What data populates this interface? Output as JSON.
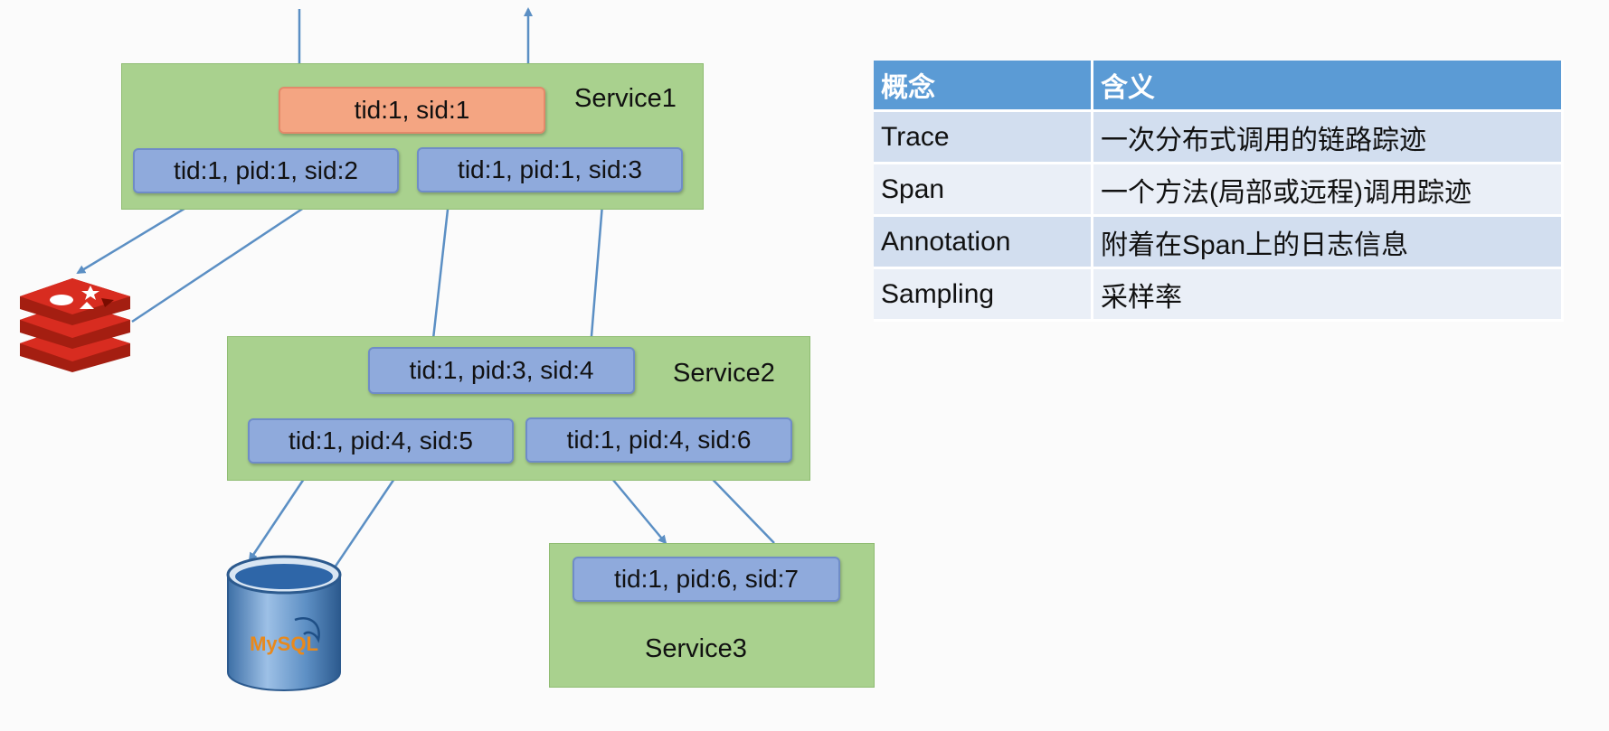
{
  "services": {
    "service1": {
      "name": "Service1"
    },
    "service2": {
      "name": "Service2"
    },
    "service3": {
      "name": "Service3"
    }
  },
  "spans": {
    "s1": "tid:1, sid:1",
    "s2": "tid:1, pid:1, sid:2",
    "s3": "tid:1, pid:1, sid:3",
    "s4": "tid:1, pid:3, sid:4",
    "s5": "tid:1, pid:4, sid:5",
    "s6": "tid:1, pid:4, sid:6",
    "s7": "tid:1, pid:6, sid:7"
  },
  "icons": {
    "cache": "redis-icon",
    "database": "mysql-database-icon",
    "database_label": "MySQL"
  },
  "table": {
    "headers": [
      "概念",
      "含义"
    ],
    "rows": [
      [
        "Trace",
        "一次分布式调用的链路踪迹"
      ],
      [
        "Span",
        "一个方法(局部或远程)调用踪迹"
      ],
      [
        "Annotation",
        "附着在Span上的日志信息"
      ],
      [
        "Sampling",
        "采样率"
      ]
    ]
  },
  "colors": {
    "service_bg": "#a9d18e",
    "span_bg": "#8faadc",
    "root_span_bg": "#f4a582",
    "table_header": "#5b9bd5",
    "arrow": "#5b8fc4"
  }
}
